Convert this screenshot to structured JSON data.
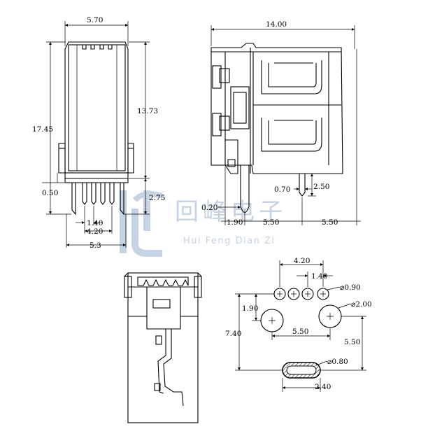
{
  "watermark": {
    "company_cn": "回峰电子",
    "company_en": "Hui Feng Dian Zi",
    "logo_color": "#c5d3e4"
  },
  "front_view": {
    "width_top": "5.70",
    "height_total": "17.45",
    "height_body": "13.73",
    "pin_offset": "0.50",
    "pin_length": "2.75",
    "pin_pitch": "1.40",
    "pin_span": "4.20",
    "width_bottom": "5.3"
  },
  "side_view": {
    "length": "14.00",
    "pin_width": "0.70",
    "pin_height": "2.50",
    "pin_tip": "0.20",
    "offset_a": "1.90",
    "offset_b": "5.50",
    "offset_c": "5.50"
  },
  "pcb_layout": {
    "hole_span": "4.20",
    "hole_pitch": "1.40",
    "small_hole_dia": "⌀0.90",
    "row_gap": "1.90",
    "large_hole_dia": "⌀2.00",
    "total_height": "7.40",
    "large_hole_span": "5.50",
    "slot_offset": "5.50",
    "slot_width": "⌀0.80",
    "slot_length": "2.40"
  }
}
